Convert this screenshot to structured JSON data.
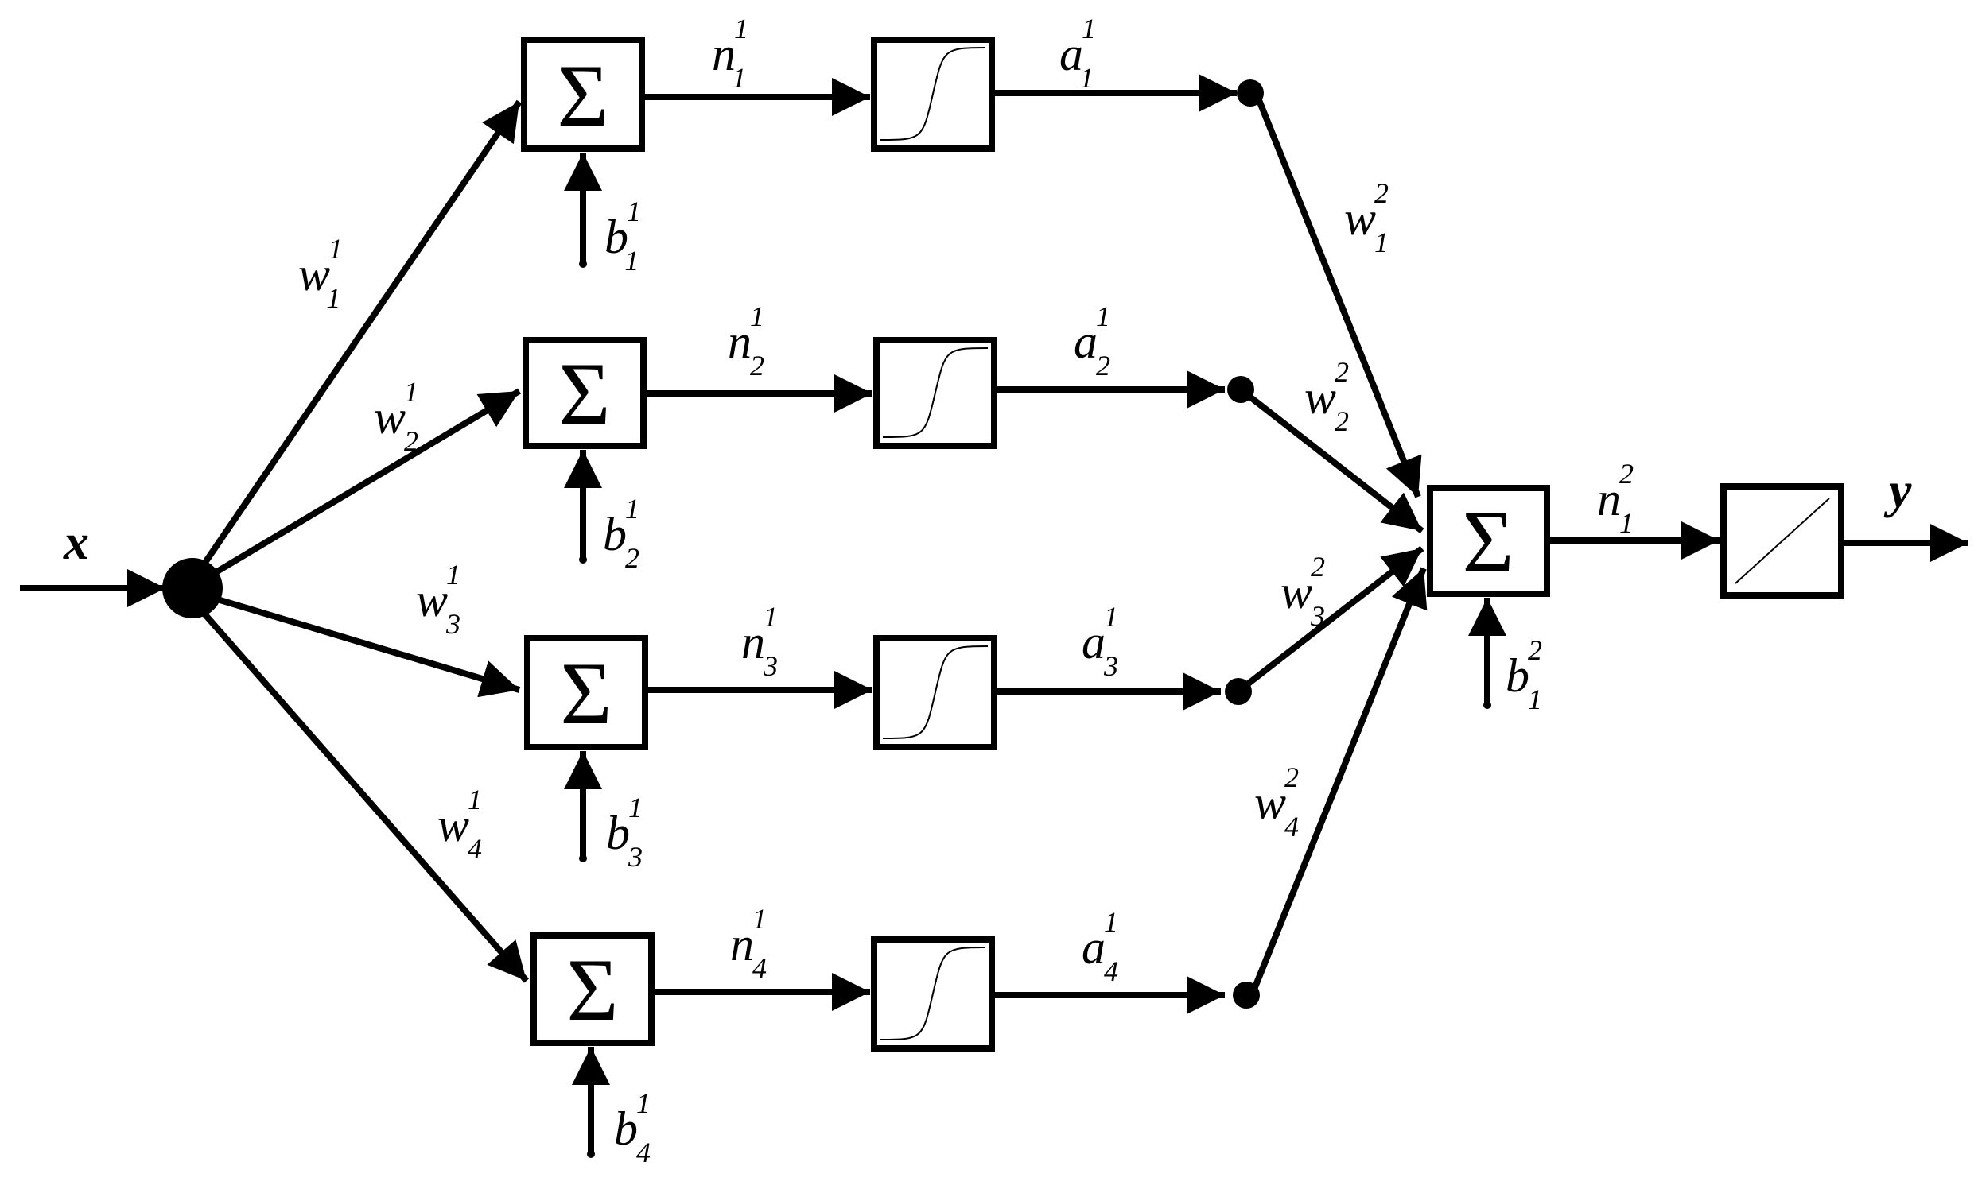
{
  "input": {
    "label": "x"
  },
  "output": {
    "label": "y"
  },
  "sum_symbol": "Σ",
  "hidden": [
    {
      "w_base": "w",
      "w_sup": "1",
      "w_sub": "1",
      "n_base": "n",
      "n_sup": "1",
      "n_sub": "1",
      "a_base": "a",
      "a_sup": "1",
      "a_sub": "1",
      "b_base": "b",
      "b_sup": "1",
      "b_sub": "1",
      "w2_base": "w",
      "w2_sup": "2",
      "w2_sub": "1"
    },
    {
      "w_base": "w",
      "w_sup": "1",
      "w_sub": "2",
      "n_base": "n",
      "n_sup": "1",
      "n_sub": "2",
      "a_base": "a",
      "a_sup": "1",
      "a_sub": "2",
      "b_base": "b",
      "b_sup": "1",
      "b_sub": "2",
      "w2_base": "w",
      "w2_sup": "2",
      "w2_sub": "2"
    },
    {
      "w_base": "w",
      "w_sup": "1",
      "w_sub": "3",
      "n_base": "n",
      "n_sup": "1",
      "n_sub": "3",
      "a_base": "a",
      "a_sup": "1",
      "a_sub": "3",
      "b_base": "b",
      "b_sup": "1",
      "b_sub": "3",
      "w2_base": "w",
      "w2_sup": "2",
      "w2_sub": "3"
    },
    {
      "w_base": "w",
      "w_sup": "1",
      "w_sub": "4",
      "n_base": "n",
      "n_sup": "1",
      "n_sub": "4",
      "a_base": "a",
      "a_sup": "1",
      "a_sub": "4",
      "b_base": "b",
      "b_sup": "1",
      "b_sub": "4",
      "w2_base": "w",
      "w2_sup": "2",
      "w2_sub": "4"
    }
  ],
  "output_layer": {
    "n_base": "n",
    "n_sup": "2",
    "n_sub": "1",
    "b_base": "b",
    "b_sup": "2",
    "b_sub": "1"
  }
}
